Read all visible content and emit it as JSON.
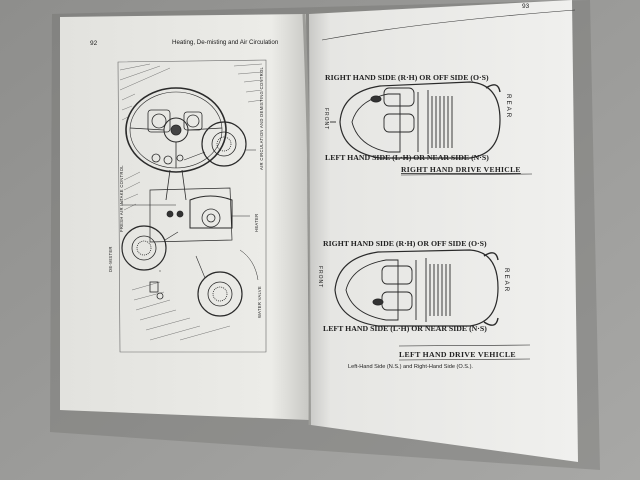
{
  "left_page": {
    "page_number": "92",
    "running_head": "Heating, De-misting and Air Circulation",
    "labels": {
      "air_control": "AIR CIRCULATION AND DEMISTING CONTROL",
      "fresh_air": "FRESH AIR INTAKE CONTROL",
      "demister": "DE-MISTER",
      "heater": "HEATER",
      "water_valve": "WATER VALVE"
    }
  },
  "right_page": {
    "page_number": "93",
    "diagram_rhd": {
      "top_label": "RIGHT HAND SIDE (R·H) OR OFF SIDE (O·S)",
      "bottom_label": "LEFT HAND SIDE (L·H) OR NEAR SIDE (N·S)",
      "front_label": "FRONT",
      "rear_label": "REAR",
      "title": "RIGHT HAND DRIVE VEHICLE"
    },
    "diagram_lhd": {
      "top_label": "RIGHT HAND SIDE (R·H) OR OFF SIDE (O·S)",
      "bottom_label": "LEFT HAND SIDE (L·H) OR NEAR SIDE (N·S)",
      "front_label": "FRONT",
      "rear_label": "REAR",
      "title": "LEFT HAND DRIVE VEHICLE"
    },
    "caption": "Left-Hand Side (N.S.) and Right-Hand Side (O.S.)."
  }
}
